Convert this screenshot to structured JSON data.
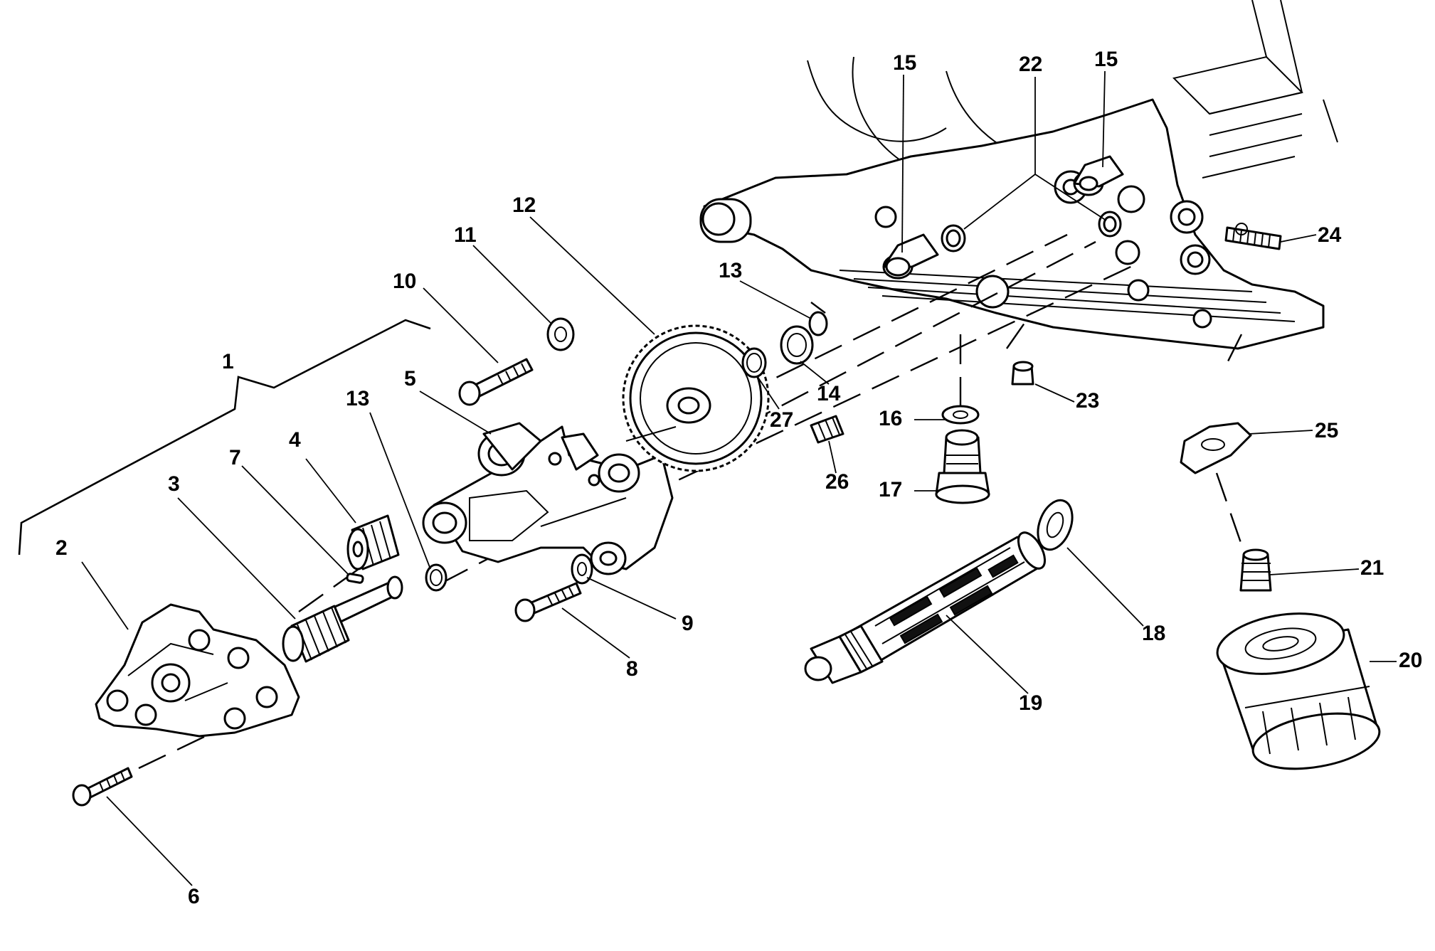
{
  "diagram": {
    "callouts": [
      {
        "id": "c1",
        "text": "1"
      },
      {
        "id": "c2",
        "text": "2"
      },
      {
        "id": "c3",
        "text": "3"
      },
      {
        "id": "c4",
        "text": "4"
      },
      {
        "id": "c5",
        "text": "5"
      },
      {
        "id": "c6",
        "text": "6"
      },
      {
        "id": "c7",
        "text": "7"
      },
      {
        "id": "c8",
        "text": "8"
      },
      {
        "id": "c9",
        "text": "9"
      },
      {
        "id": "c10",
        "text": "10"
      },
      {
        "id": "c11",
        "text": "11"
      },
      {
        "id": "c12",
        "text": "12"
      },
      {
        "id": "c13a",
        "text": "13"
      },
      {
        "id": "c13b",
        "text": "13"
      },
      {
        "id": "c14",
        "text": "14"
      },
      {
        "id": "c15a",
        "text": "15"
      },
      {
        "id": "c15b",
        "text": "15"
      },
      {
        "id": "c16",
        "text": "16"
      },
      {
        "id": "c17",
        "text": "17"
      },
      {
        "id": "c18",
        "text": "18"
      },
      {
        "id": "c19",
        "text": "19"
      },
      {
        "id": "c20",
        "text": "20"
      },
      {
        "id": "c21",
        "text": "21"
      },
      {
        "id": "c22",
        "text": "22"
      },
      {
        "id": "c23",
        "text": "23"
      },
      {
        "id": "c24",
        "text": "24"
      },
      {
        "id": "c25",
        "text": "25"
      },
      {
        "id": "c26",
        "text": "26"
      },
      {
        "id": "c27",
        "text": "27"
      }
    ]
  }
}
